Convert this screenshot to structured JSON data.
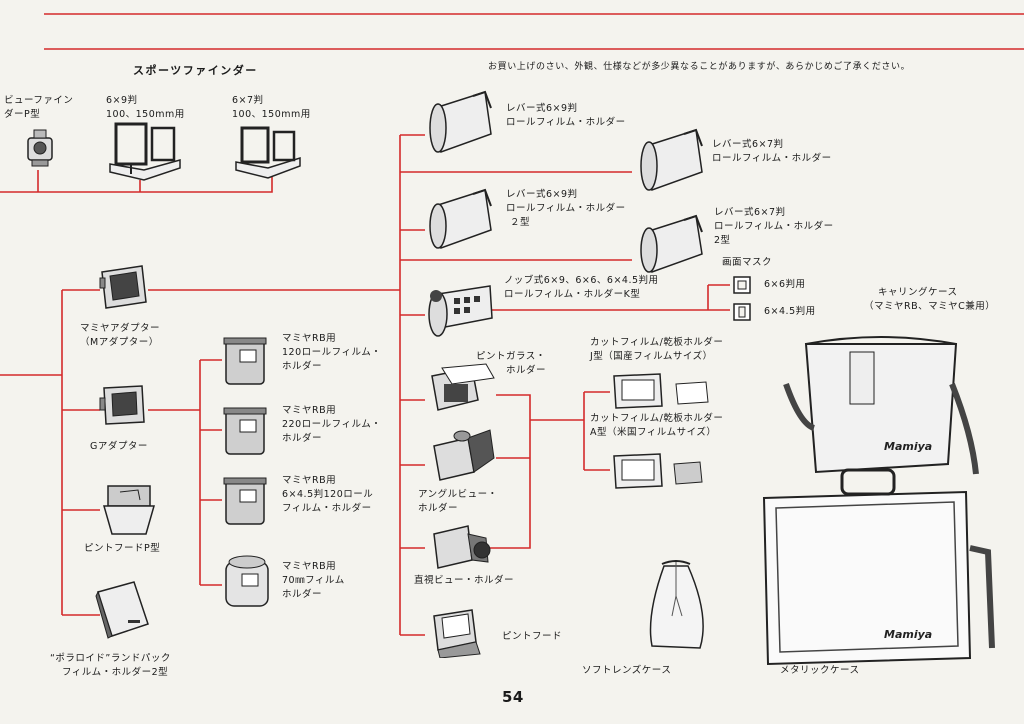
{
  "page_number": "54",
  "notice": "お買い上げのさい、外観、仕様などが多少異なることがありますが、あらかじめご了承ください。",
  "sports_finder": {
    "title": "スポーツファインダー",
    "view_finder": [
      "ビューファイン",
      "ダーP型"
    ],
    "f69": [
      "6×9判",
      "100、150mm用"
    ],
    "f67": [
      "6×7判",
      "100、150mm用"
    ]
  },
  "adapters": {
    "m_adapter": [
      "マミヤアダプター",
      "（Mアダプター）"
    ],
    "g_adapter": "Gアダプター",
    "pinto_hood_p": "ピントフードP型",
    "polaroid": [
      "“ポラロイド”ランドパック",
      "フィルム・ホルダー2型"
    ]
  },
  "rb_holders": {
    "h120": [
      "マミヤRB用",
      "120ロールフィルム・",
      "ホルダー"
    ],
    "h220": [
      "マミヤRB用",
      "220ロールフィルム・",
      "ホルダー"
    ],
    "h645": [
      "マミヤRB用",
      "6×4.5判120ロール",
      "フィルム・ホルダー"
    ],
    "h70": [
      "マミヤRB用",
      "70㎜フィルム",
      "ホルダー"
    ]
  },
  "roll_holders": {
    "lever69": [
      "レバー式6×9判",
      "ロールフィルム・ホルダー"
    ],
    "lever67": [
      "レバー式6×7判",
      "ロールフィルム・ホルダー"
    ],
    "lever69_2": [
      "レバー式6×9判",
      "ロールフィルム・ホルダー",
      "２型"
    ],
    "lever67_2": [
      "レバー式6×7判",
      "ロールフィルム・ホルダー",
      "2型"
    ],
    "knob_k": [
      "ノッブ式6×9、6×6、6×4.5判用",
      "ロールフィルム・ホルダーK型"
    ]
  },
  "masks": {
    "title": "画面マスク",
    "m66": "6×6判用",
    "m645": "6×4.5判用"
  },
  "glass_holder": {
    "focus_glass": [
      "ピントガラス・",
      "ホルダー"
    ],
    "angle_view": [
      "アングルビュー・",
      "ホルダー"
    ],
    "direct_view": "直視ビュー・ホルダー",
    "pinto_hood": "ピントフード"
  },
  "cut_film": {
    "j_type": [
      "カットフィルム/乾板ホルダー",
      "J型（国産フィルムサイズ）"
    ],
    "a_type": [
      "カットフィルム/乾板ホルダー",
      "A型（米国フィルムサイズ）"
    ]
  },
  "cases": {
    "carrying": [
      "キャリングケース",
      "（マミヤRB、マミヤC兼用）"
    ],
    "soft_lens": "ソフトレンズケース",
    "metallic": "メタリックケース",
    "brand": "Mamiya"
  },
  "colors": {
    "accent": "#d42a2a",
    "ink": "#1a1a1a",
    "paper": "#f4f3ee"
  }
}
